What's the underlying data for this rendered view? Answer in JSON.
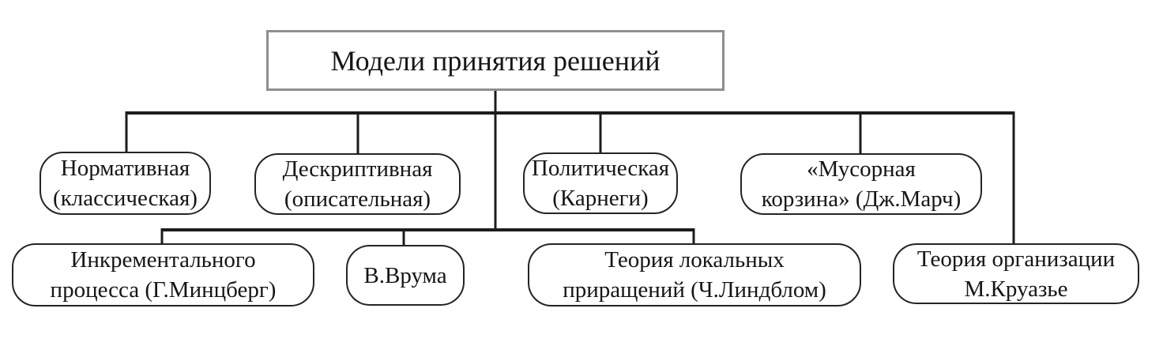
{
  "diagram": {
    "root": {
      "label": "Модели принятия решений"
    },
    "row1": [
      {
        "line1": "Нормативная",
        "line2": "(классическая)"
      },
      {
        "line1": "Дескриптивная",
        "line2": "(описательная)"
      },
      {
        "line1": "Политическая",
        "line2": "(Карнеги)"
      },
      {
        "line1": "«Мусорная",
        "line2": "корзина» (Дж.Марч)"
      }
    ],
    "row2": [
      {
        "line1": "Инкрементального",
        "line2": "процесса (Г.Минцберг)"
      },
      {
        "line1": "В.Врума",
        "line2": ""
      },
      {
        "line1": "Теория локальных",
        "line2": "приращений (Ч.Линдблом)"
      },
      {
        "line1": "Теория организации",
        "line2": "М.Круазье"
      }
    ],
    "colors": {
      "line_color": "#1c1c1c",
      "root_border": "#8f8f8f",
      "node_border": "#242424",
      "text_color": "#161616",
      "background": "#ffffff"
    }
  }
}
